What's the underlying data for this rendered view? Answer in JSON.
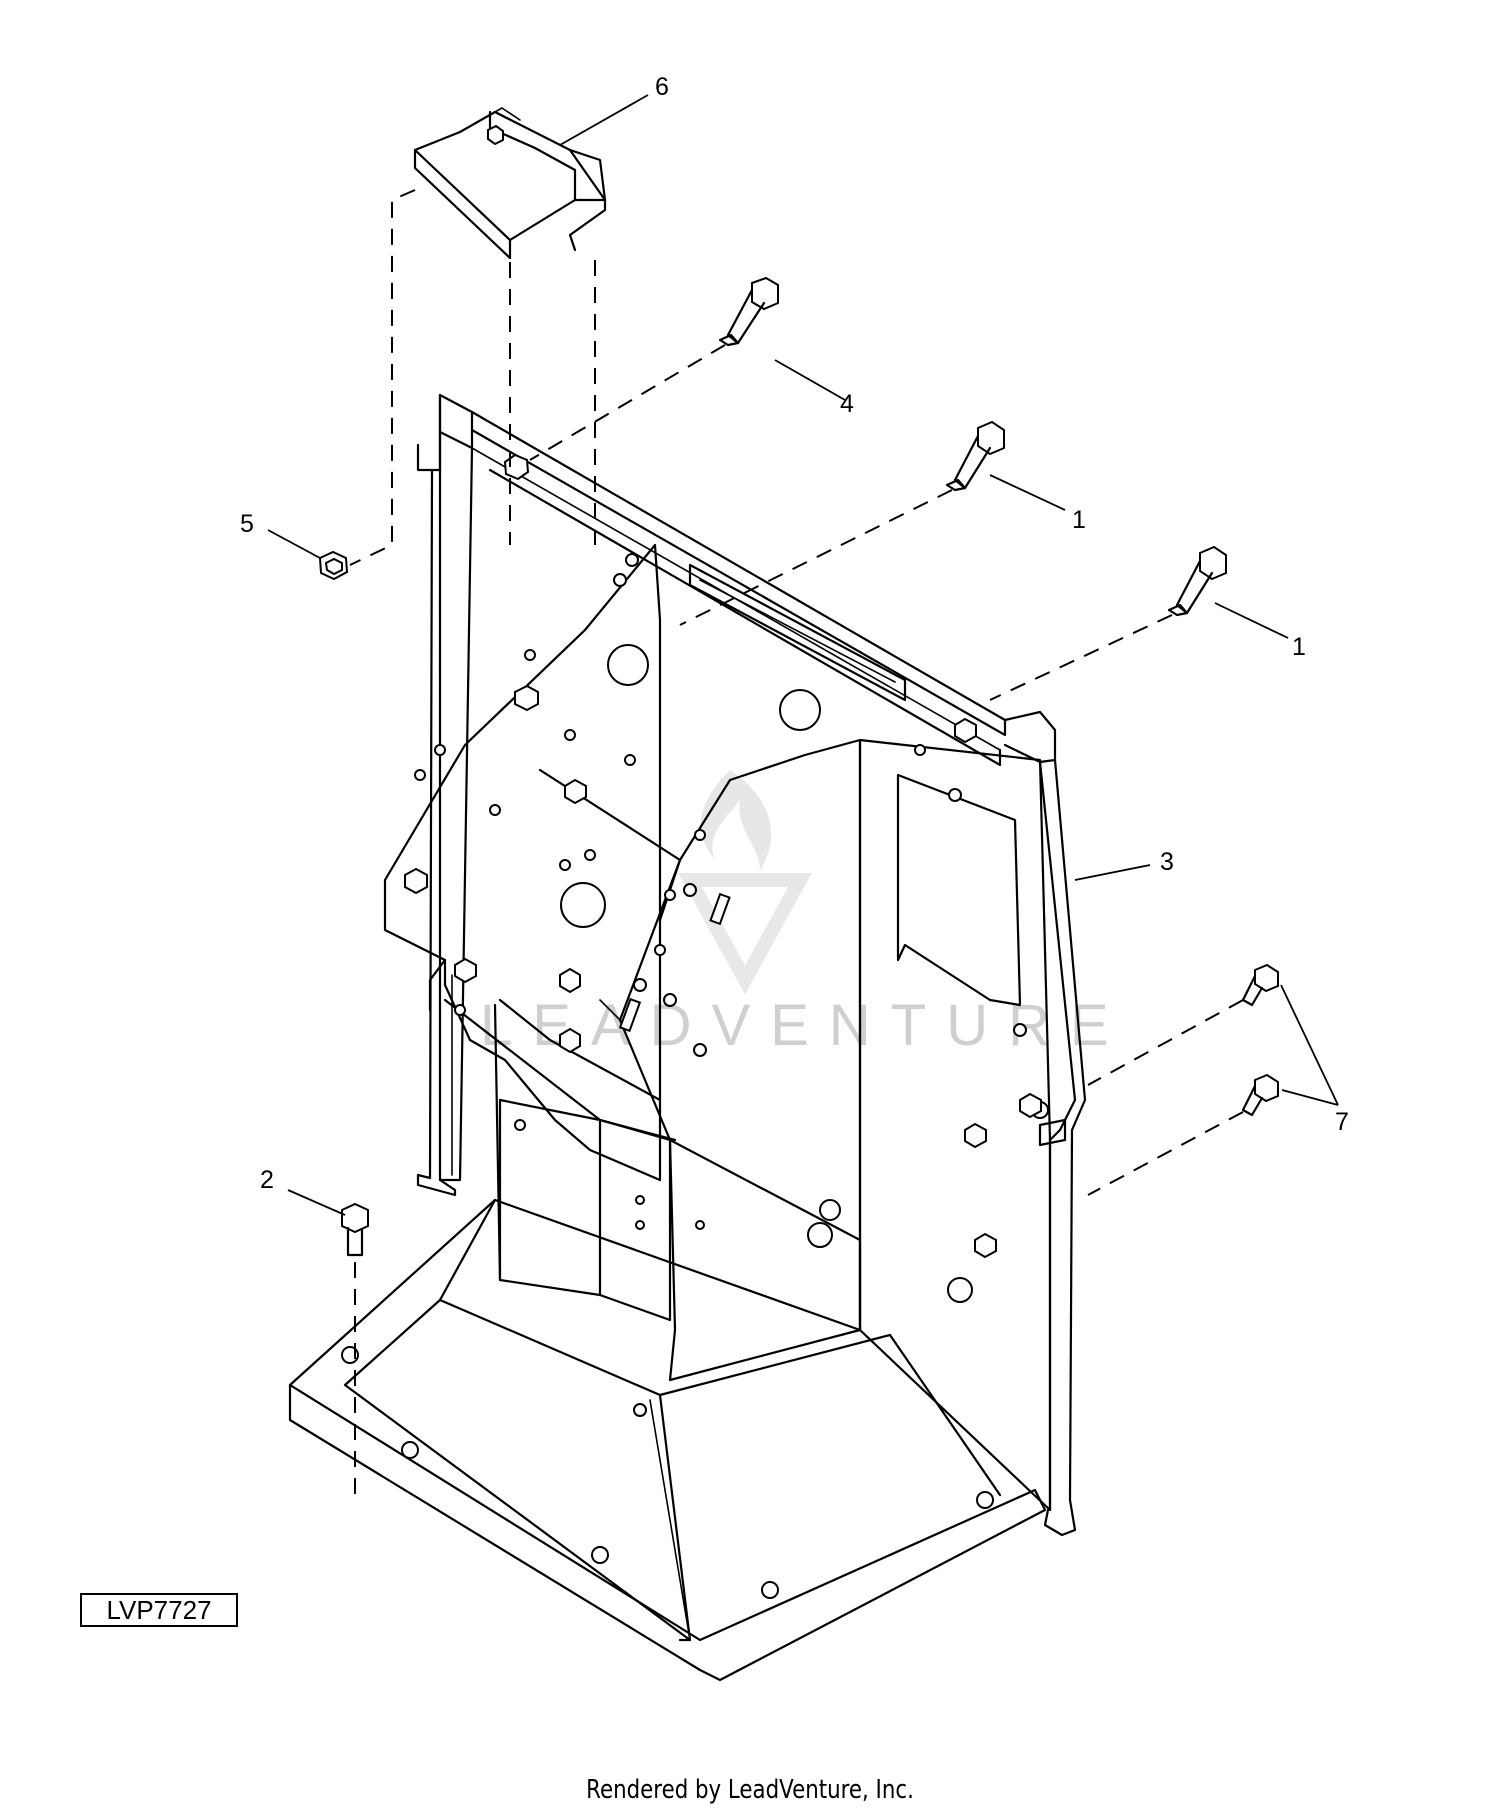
{
  "diagram": {
    "drawing_id": "LVP7727",
    "watermark": "LEADVENTURE",
    "footer": "Rendered by LeadVenture, Inc.",
    "callouts": {
      "c1a": "1",
      "c1b": "1",
      "c2": "2",
      "c3": "3",
      "c4": "4",
      "c5": "5",
      "c6": "6",
      "c7": "7"
    }
  }
}
